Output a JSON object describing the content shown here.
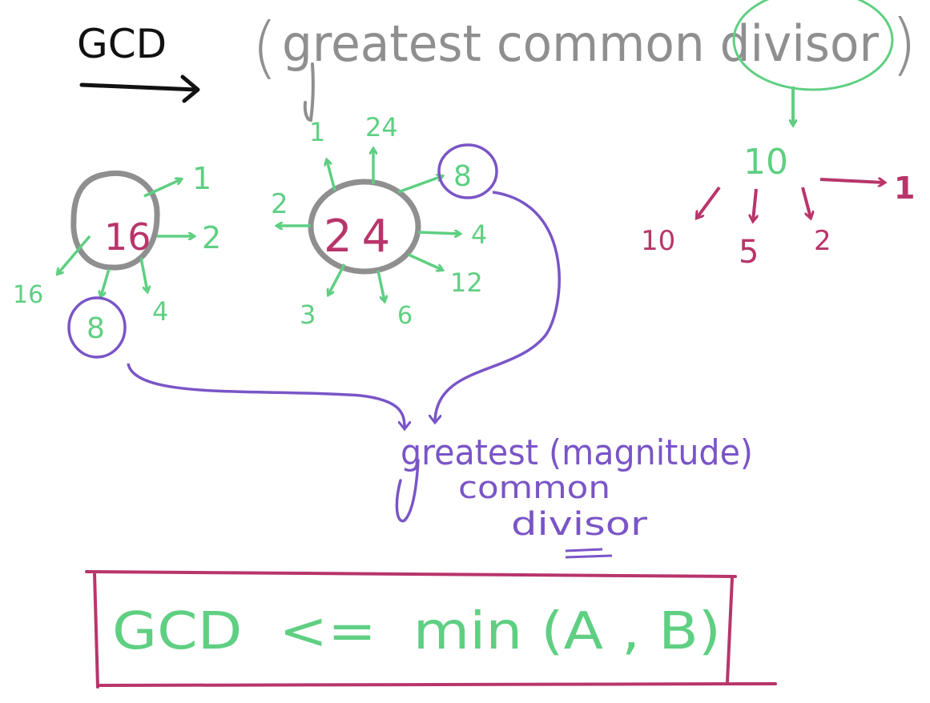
{
  "title": {
    "gcd": "GCD",
    "open_paren": "(",
    "expansion": "greatest common divisor",
    "close_paren": ")"
  },
  "left_node": {
    "value": "16",
    "divisors": [
      "1",
      "2",
      "4",
      "8",
      "16"
    ],
    "highlighted": "8"
  },
  "middle_node": {
    "value": "24",
    "divisors": [
      "1",
      "24",
      "8",
      "4",
      "12",
      "6",
      "3",
      "2"
    ],
    "highlighted": "8"
  },
  "right_tree": {
    "root": "10",
    "children": [
      "10",
      "5",
      "2",
      "1"
    ]
  },
  "note": {
    "line1": "greatest (magnitude)",
    "line2": "common",
    "line3": "divisor"
  },
  "formula": {
    "text": "GCD  <=  min (A , B)"
  },
  "colors": {
    "black": "#111111",
    "gray": "#8f8f8f",
    "green": "#5fcf82",
    "purple": "#7a55c7",
    "crimson": "#b8356b",
    "box": "#b8356b"
  }
}
